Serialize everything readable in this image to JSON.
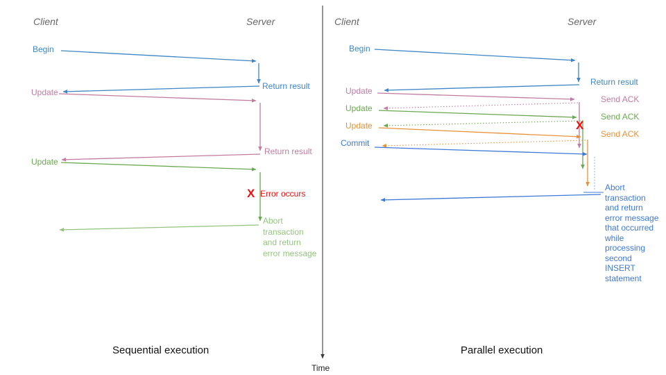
{
  "colors": {
    "blue": "#3d85c6",
    "pink": "#c27ba0",
    "green": "#6aa84f",
    "green_light": "#93c47d",
    "orange": "#e69138",
    "blue_commit": "#3c78d8",
    "blue_light": "#6fa8dc",
    "red": "#ea1111",
    "axis": "#3b3b3b"
  },
  "time_axis": {
    "label": "Time"
  },
  "left_diagram": {
    "title": "Sequential execution",
    "client": "Client",
    "server": "Server",
    "begin": "Begin",
    "return1": "Return result",
    "update1": "Update",
    "return2": "Return result",
    "update2": "Update",
    "error_mark": "X",
    "error": "Error occurs",
    "abort_lines": [
      "Abort",
      "transaction",
      "and return",
      "error message"
    ]
  },
  "right_diagram": {
    "title": "Parallel execution",
    "client": "Client",
    "server": "Server",
    "begin": "Begin",
    "return1": "Return result",
    "update1": "Update",
    "ack1": "Send ACK",
    "update2": "Update",
    "ack2": "Send ACK",
    "update3": "Update",
    "ack3": "Send ACK",
    "commit": "Commit",
    "error_mark": "X",
    "abort_lines": [
      "Abort",
      "transaction",
      "and return",
      "error message",
      "that occurred",
      "while",
      "processing",
      "second",
      "INSERT",
      "statement"
    ]
  }
}
